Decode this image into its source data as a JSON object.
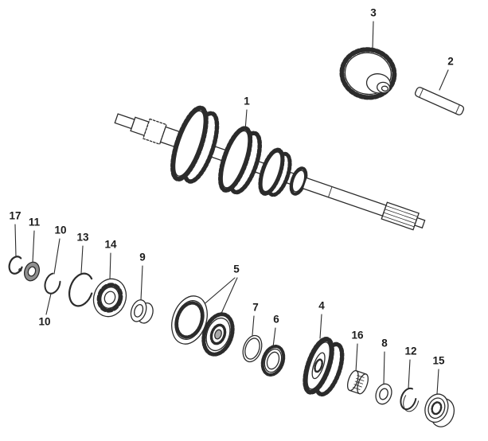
{
  "colors": {
    "background": "#ffffff",
    "line": "#2b2b2b"
  },
  "callouts": [
    {
      "label": "1"
    },
    {
      "label": "2"
    },
    {
      "label": "3"
    },
    {
      "label": "4"
    },
    {
      "label": "5"
    },
    {
      "label": "6"
    },
    {
      "label": "7"
    },
    {
      "label": "8"
    },
    {
      "label": "9"
    },
    {
      "label": "10"
    },
    {
      "label": "10"
    },
    {
      "label": "11"
    },
    {
      "label": "12"
    },
    {
      "label": "13"
    },
    {
      "label": "14"
    },
    {
      "label": "15"
    },
    {
      "label": "16"
    },
    {
      "label": "17"
    }
  ]
}
